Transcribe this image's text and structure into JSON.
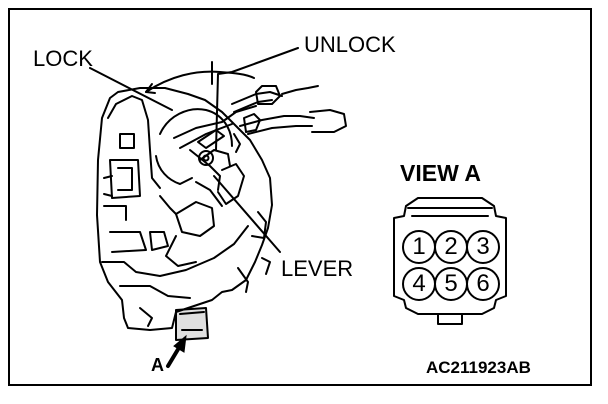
{
  "labels": {
    "lock": "LOCK",
    "unlock": "UNLOCK",
    "lever": "LEVER",
    "view_title": "VIEW A",
    "arrow_label": "A",
    "figure_code": "AC211923AB"
  },
  "connector": {
    "pins": [
      "1",
      "2",
      "3",
      "4",
      "5",
      "6"
    ]
  },
  "colors": {
    "line": "#000000",
    "background": "#ffffff"
  }
}
